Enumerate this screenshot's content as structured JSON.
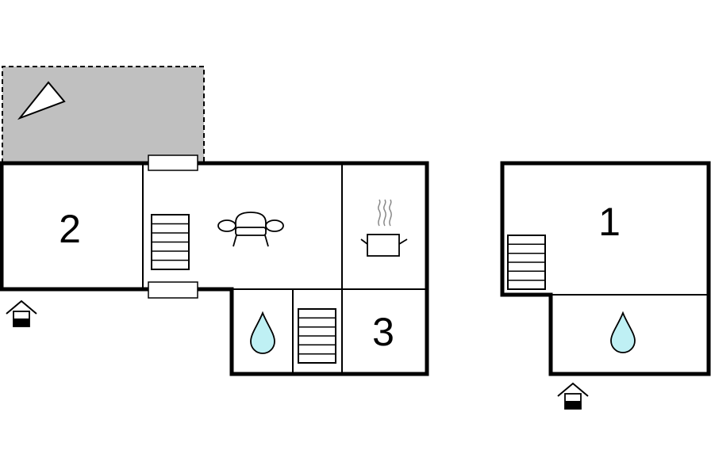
{
  "colors": {
    "terrace": "#c0c0c0",
    "water": "#bff0f4",
    "wall": "#000000",
    "background": "#ffffff"
  },
  "rooms": [
    {
      "number": "2",
      "kind": "bedroom"
    },
    {
      "number": "3",
      "kind": "bedroom"
    },
    {
      "number": "1",
      "kind": "bedroom"
    }
  ],
  "icons": [
    "terrace-triangle-icon",
    "sofa-icon",
    "cooking-pot-icon",
    "water-drop-icon",
    "staircase-icon",
    "entrance-icon",
    "window"
  ]
}
